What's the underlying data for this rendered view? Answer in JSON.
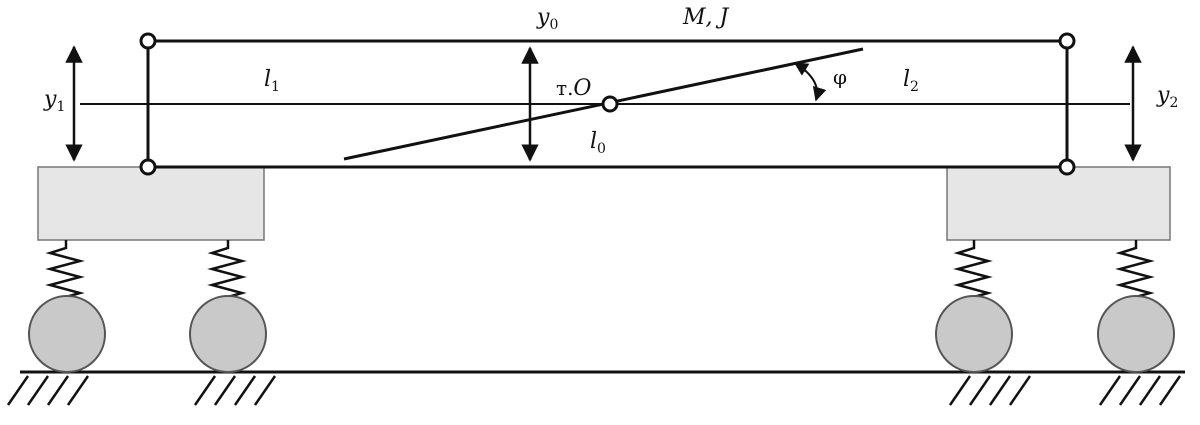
{
  "colors": {
    "stroke": "#111111",
    "block_fill": "#e6e6e6",
    "wheel_fill": "#c9c9c9",
    "wheel_edge": "#555555"
  },
  "labels": {
    "y0": {
      "main": "y",
      "sub": "0"
    },
    "mj": "M, J",
    "l1": {
      "main": "l",
      "sub": "1"
    },
    "l2": {
      "main": "l",
      "sub": "2"
    },
    "y1": {
      "main": "y",
      "sub": "1"
    },
    "y2": {
      "main": "y",
      "sub": "2"
    },
    "point_o_prefix": "т.",
    "point_o_name": "O",
    "l0": {
      "main": "l",
      "sub": "0"
    },
    "phi": "φ"
  }
}
